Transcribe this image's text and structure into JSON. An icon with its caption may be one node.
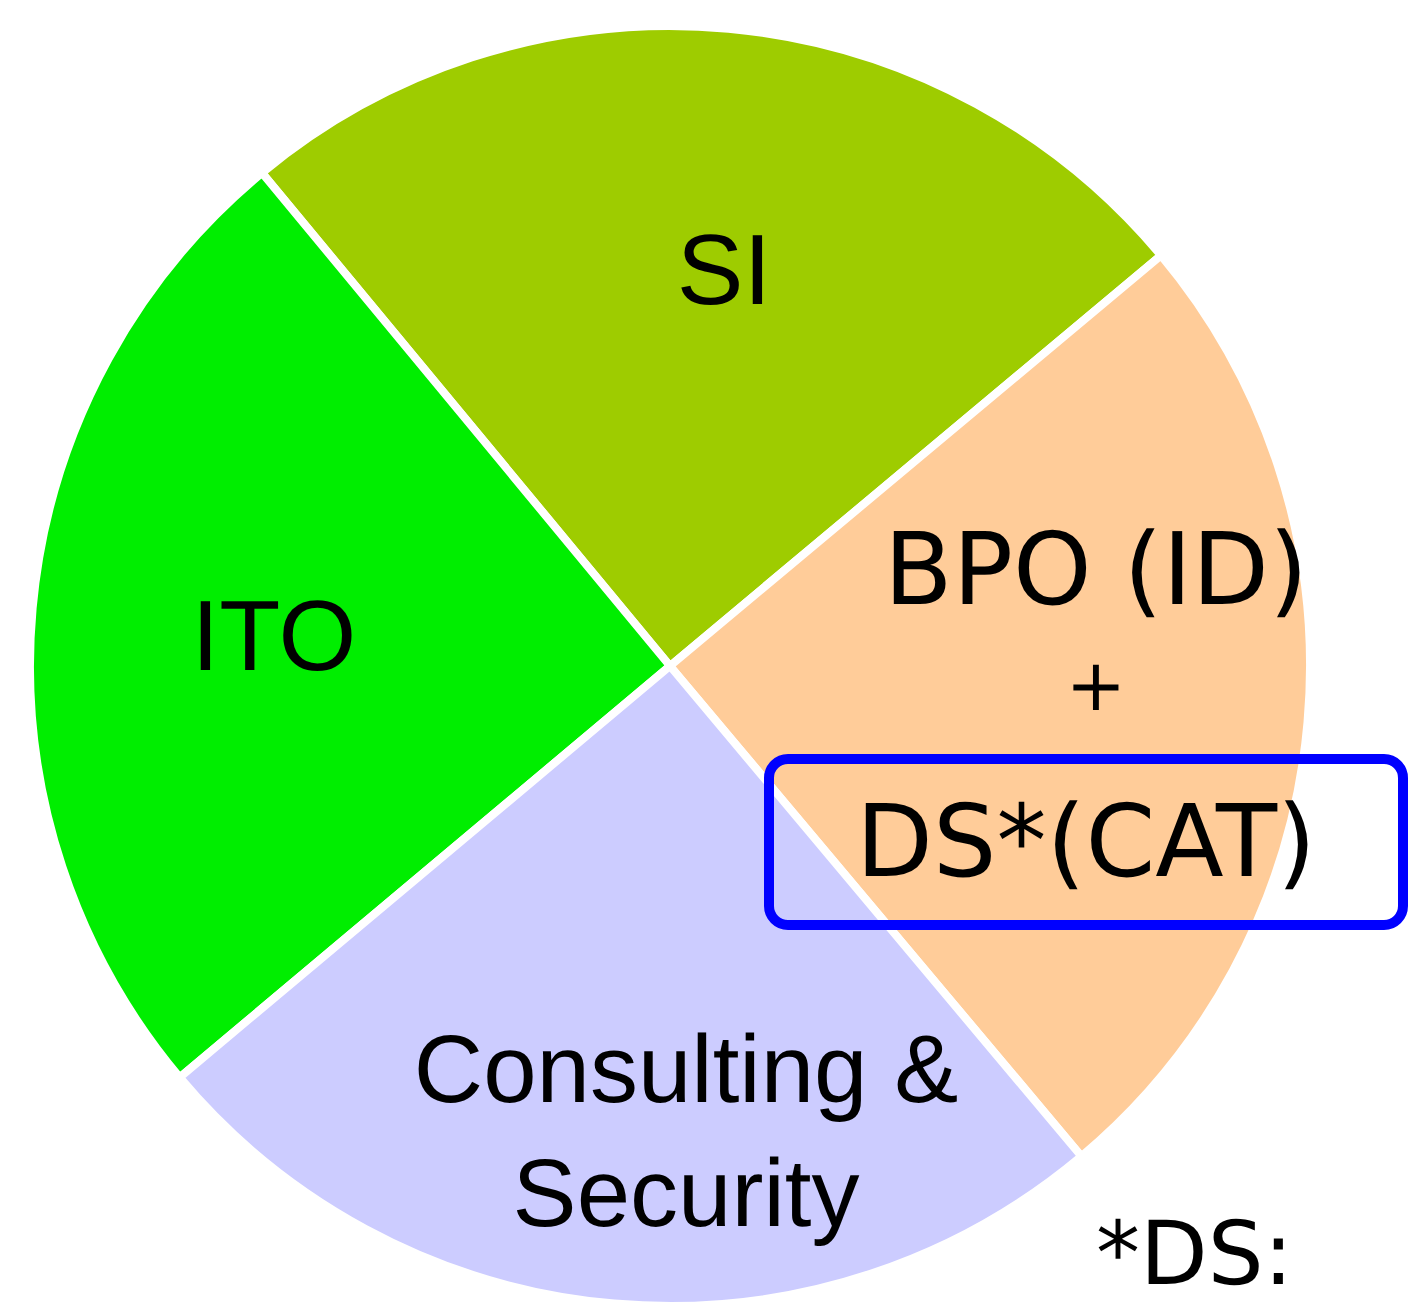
{
  "diagram": {
    "nodes": [
      {
        "text": [
          "SI"
        ]
      },
      {
        "text": [
          "ITO"
        ]
      },
      {
        "text": [
          "BPO (ID)",
          "+"
        ]
      },
      {
        "text": [
          "DS*(CAT)"
        ]
      },
      {
        "text": [
          "Consulting & Security"
        ]
      }
    ],
    "labels": [
      "*DS:"
    ]
  }
}
